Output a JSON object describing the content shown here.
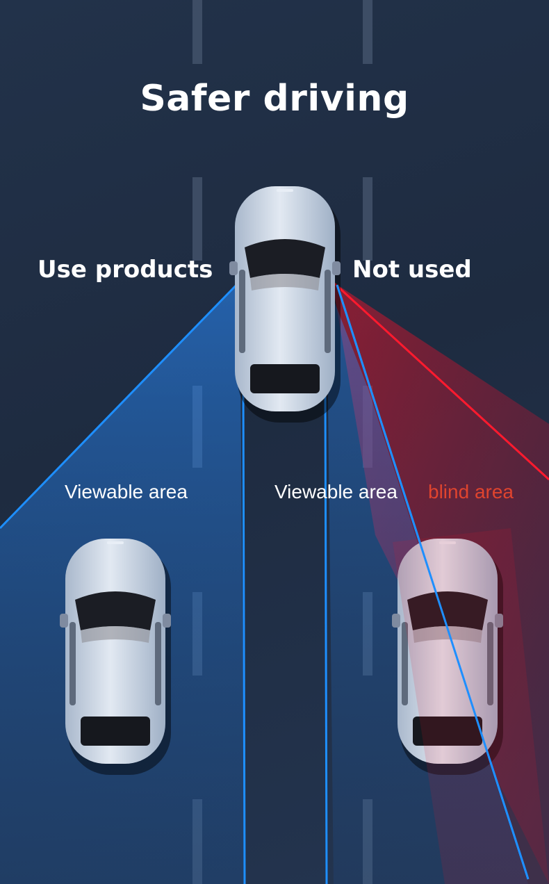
{
  "headline": "Safer driving",
  "labels": {
    "with_product": "Use products",
    "without_product": "Not used"
  },
  "zones": {
    "left_viewable": "Viewable area",
    "right_viewable": "Viewable area",
    "blind": "blind area"
  },
  "colors": {
    "background": "#1f2d42",
    "text": "#ffffff",
    "viewable_beam": "#1e8fff",
    "blind_beam": "#e0142a",
    "blind_text": "#e0442e",
    "car_body": "#c8d3e1"
  }
}
